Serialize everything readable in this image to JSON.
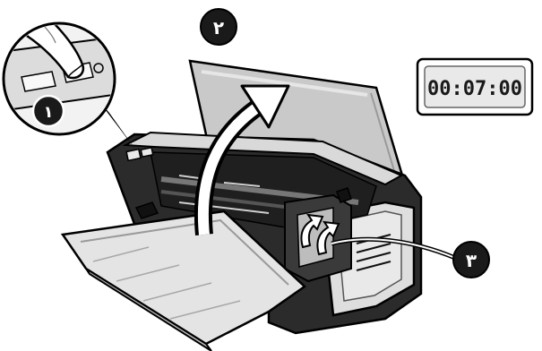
{
  "steps": {
    "one": "١",
    "two": "٢",
    "three": "٣"
  },
  "timer": {
    "display": "00:07:00"
  },
  "colors": {
    "badge": "#1a1a1a",
    "printer_body": "#2b2b2b",
    "printer_silver": "#d9d9d9",
    "cover_gray": "#c9c9c9",
    "lcd_bg": "#e9e9e9"
  },
  "icons": {
    "step_badge": "filled-circle-with-arabic-numeral",
    "lift_arrow": "curved-up-arrow",
    "rotate_arrows": "rotate-arrows-icon"
  }
}
